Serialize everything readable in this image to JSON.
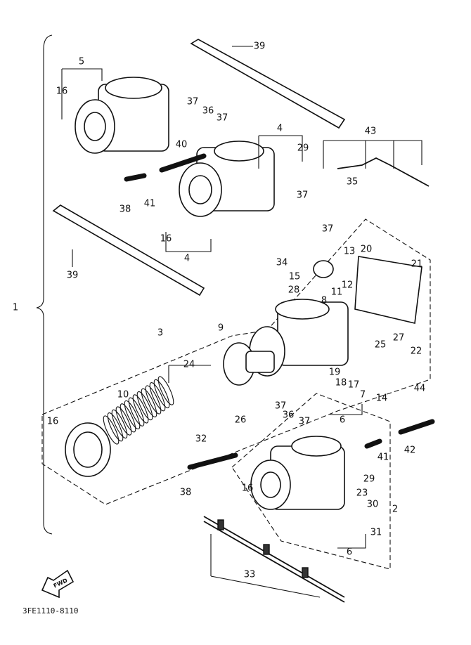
{
  "diagram": {
    "type": "exploded-parts-diagram",
    "callouts": [
      "39",
      "5",
      "16",
      "37",
      "36",
      "37",
      "4",
      "29",
      "43",
      "40",
      "38",
      "41",
      "35",
      "37",
      "37",
      "16",
      "4",
      "34",
      "39",
      "13",
      "20",
      "21",
      "15",
      "28",
      "12",
      "11",
      "8",
      "1",
      "27",
      "25",
      "22",
      "3",
      "9",
      "24",
      "19",
      "18",
      "17",
      "7",
      "14",
      "44",
      "10",
      "16",
      "37",
      "36",
      "37",
      "26",
      "6",
      "32",
      "41",
      "42",
      "38",
      "16",
      "29",
      "23",
      "30",
      "2",
      "31",
      "6",
      "33"
    ],
    "fwd_label": "FWD",
    "figure_code": "3FE1110-8110"
  }
}
